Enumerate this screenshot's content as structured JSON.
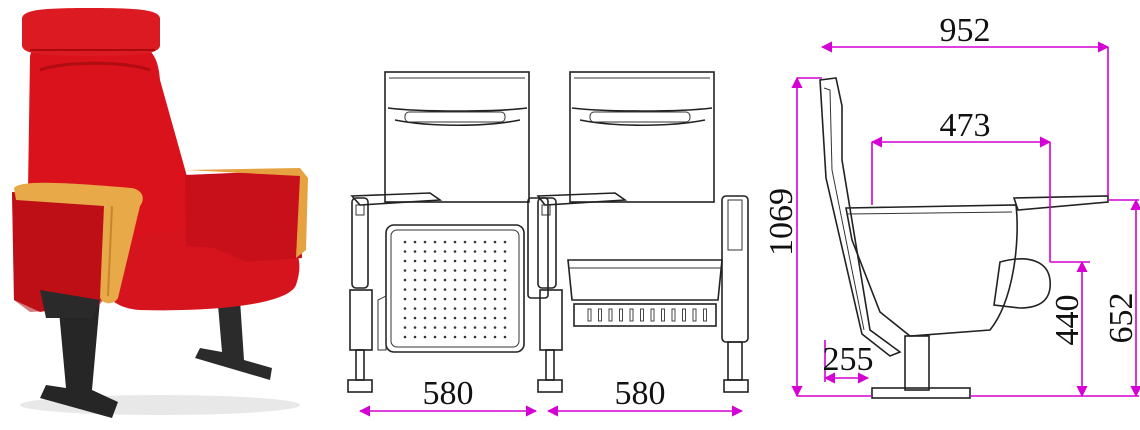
{
  "colors": {
    "fabric": "#d9121b",
    "wood": "#e7a94a",
    "steel": "#2b2b2b",
    "dimension_line": "#d400d4",
    "outline": "#222222"
  },
  "front_view": {
    "width_left": "580",
    "width_right": "580"
  },
  "side_view": {
    "depth_overall": "952",
    "seat_to_tablet": "473",
    "height_overall": "1069",
    "seat_height": "440",
    "armrest_height": "652",
    "base_offset": "255"
  }
}
